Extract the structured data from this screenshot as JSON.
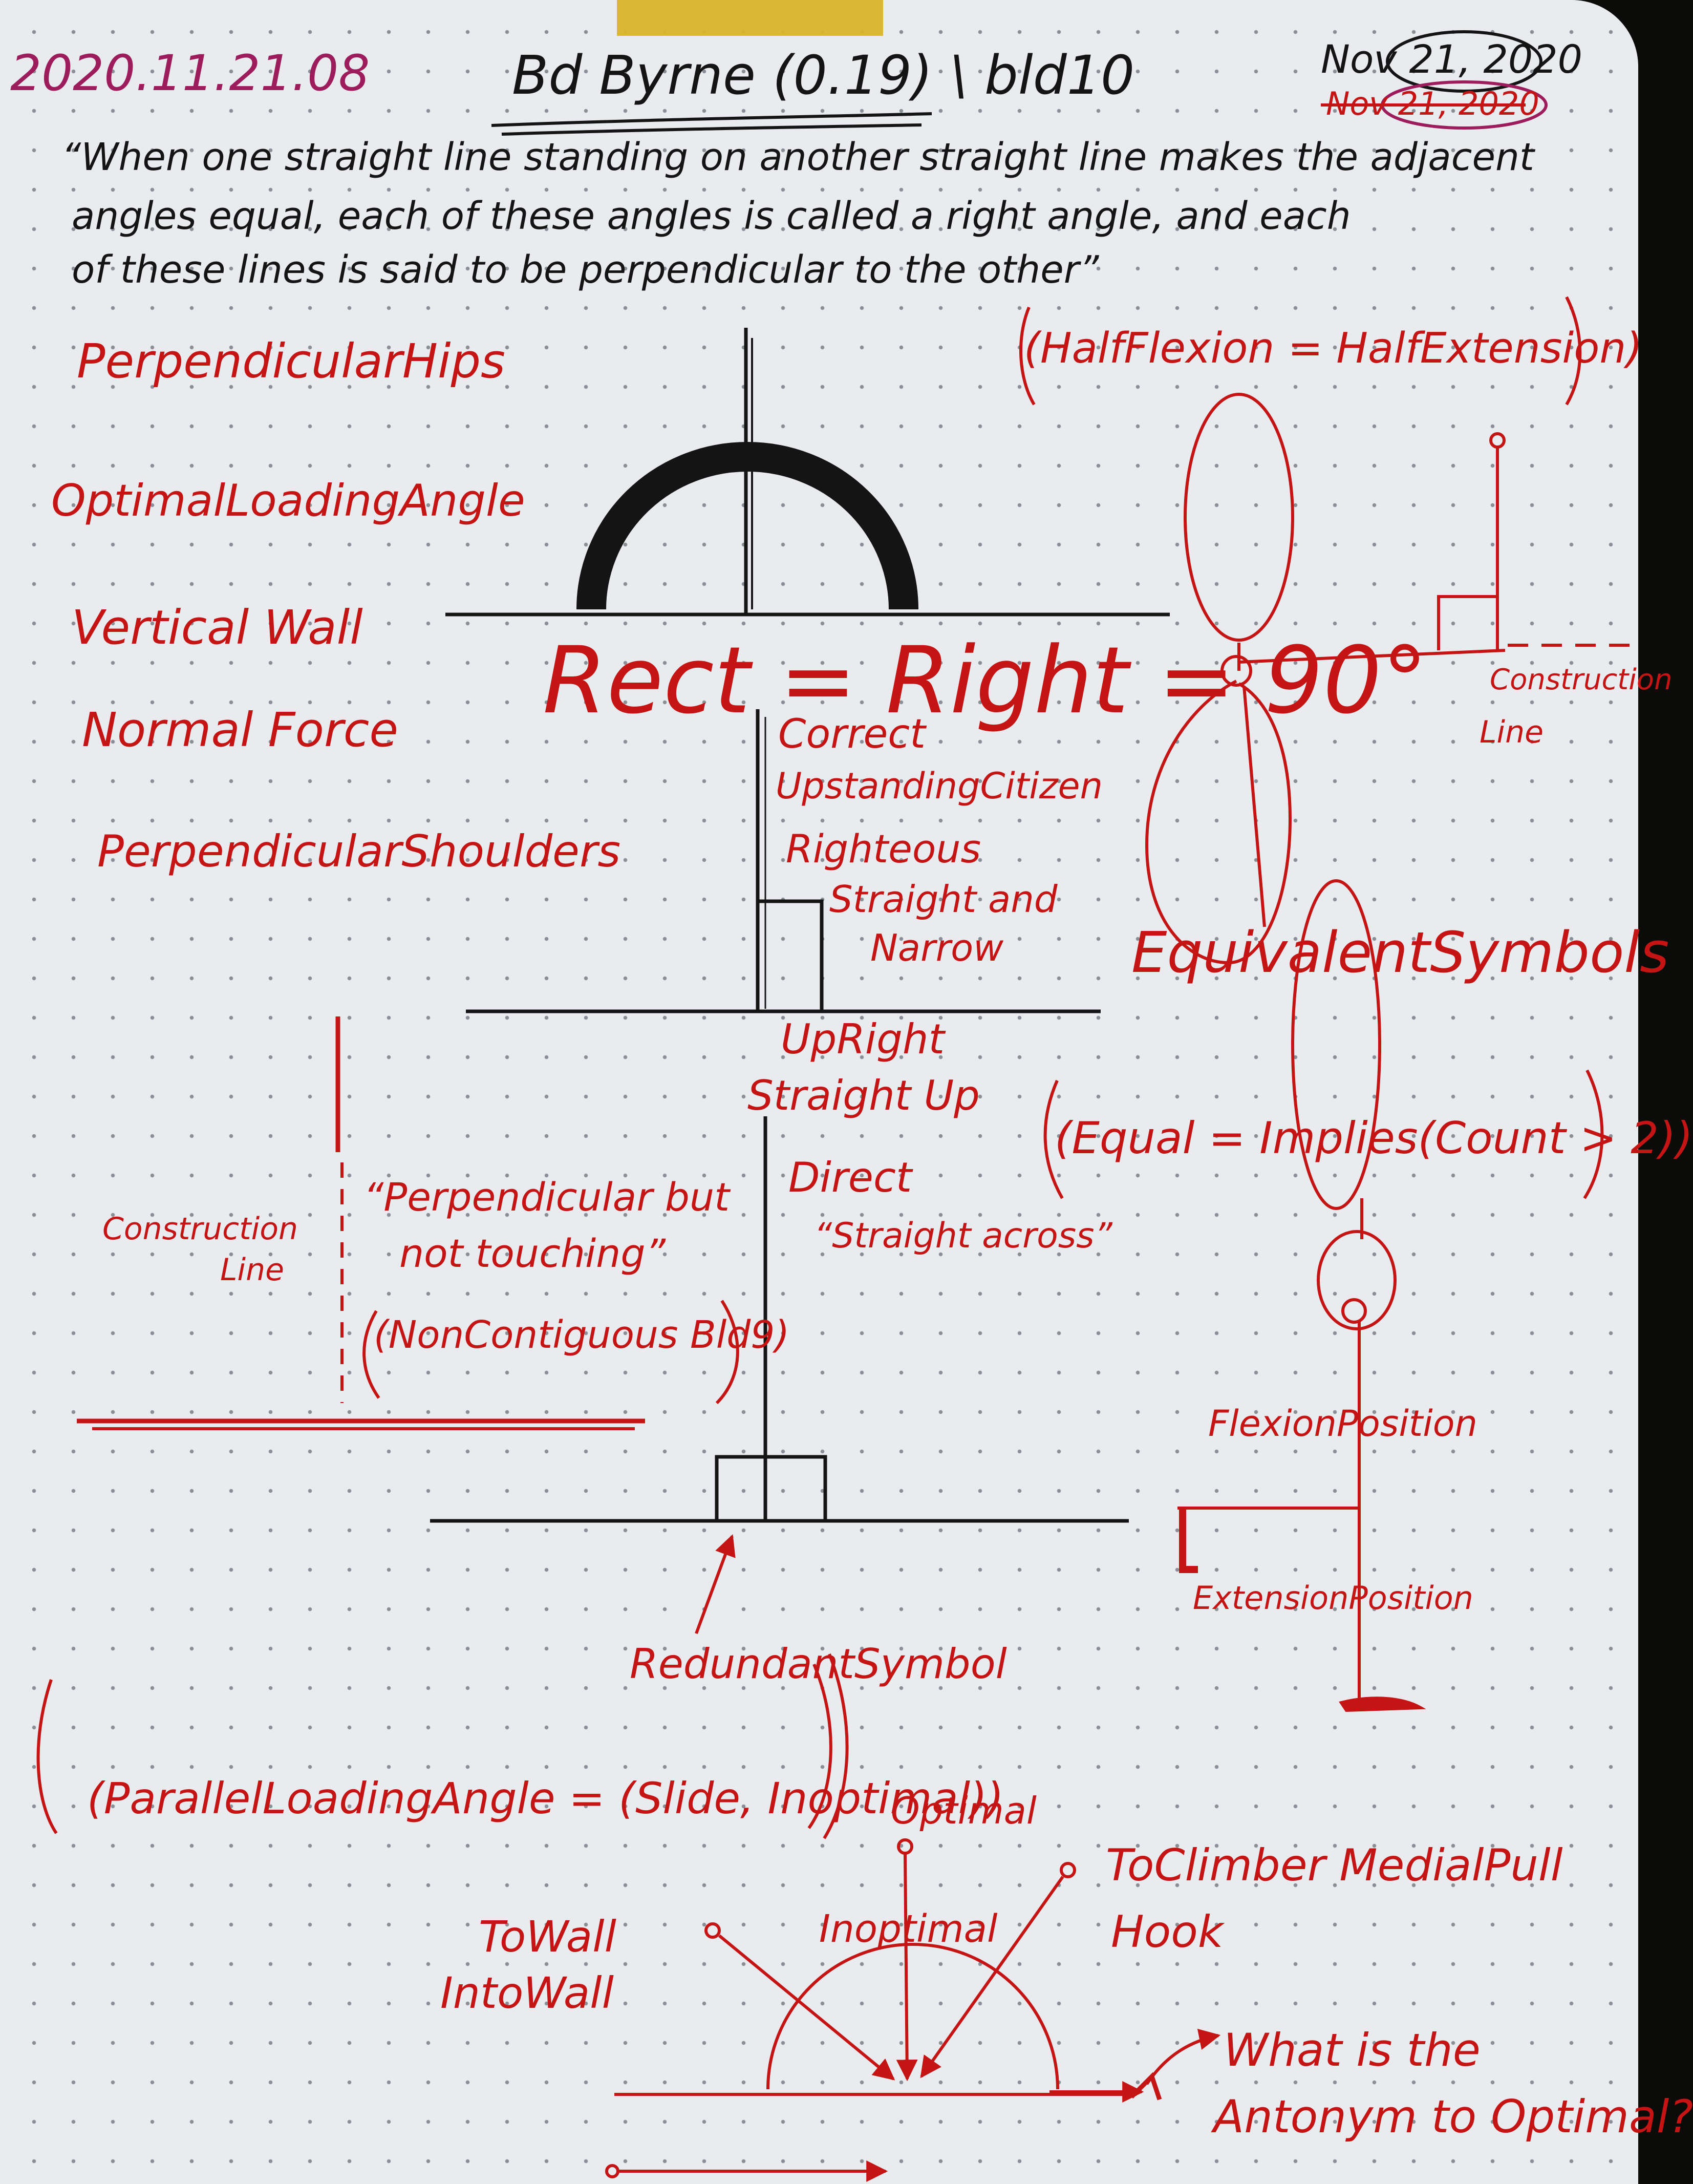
{
  "header": {
    "timestamp": "2020.11.21.08",
    "title": "Bd Byrne (0.19) \\ bld10",
    "date_current": "Nov 21, 2020",
    "date_struck": "Nov 21, 2020"
  },
  "quote": {
    "line1": "“When one straight line standing on another straight line makes the adjacent",
    "line2": "angles equal, each of these angles is called a right angle, and each",
    "line3": "of these lines is said to be perpendicular to the other”"
  },
  "left_list": [
    "PerpendicularHips",
    "OptimalLoadingAngle",
    "Vertical Wall",
    "Normal Force",
    "PerpendicularShoulders"
  ],
  "center": {
    "rect_eq": "Rect = Right = 90°",
    "correct": "Correct",
    "upstanding": "UpstandingCitizen",
    "righteous": "Righteous",
    "straight_narrow_1": "Straight and",
    "straight_narrow_2": "Narrow",
    "upright": "UpRight",
    "straight_up": "Straight Up",
    "direct": "Direct",
    "straight_across": "“Straight across”",
    "redundant": "RedundantSymbol"
  },
  "left_block": {
    "construction_1": "Construction",
    "construction_2": "Line",
    "perp_quote_1": "“Perpendicular but",
    "perp_quote_2": "not touching”",
    "noncontig": "(NonContiguous Bld9)"
  },
  "right": {
    "half": "(HalfFlexion = HalfExtension)",
    "construction_1": "Construction",
    "construction_2": "Line",
    "equiv": "EquivalentSymbols",
    "equal": "(Equal = Implies(Count > 2))",
    "flexion": "FlexionPosition",
    "extension": "ExtensionPosition"
  },
  "bottom": {
    "parallel": "(ParallelLoadingAngle = (Slide, Inoptimal))",
    "optimal": "Optimal",
    "inoptimal": "Inoptimal",
    "climber_1": "ToClimber MedialPull",
    "climber_2": "Hook",
    "to_wall": "ToWall",
    "into_wall": "IntoWall",
    "question_1": "What is the",
    "question_2": "Antonym to Optimal?"
  },
  "colors": {
    "paper": "#e9ebef",
    "ink_red": "#c41414",
    "ink_black": "#141414",
    "ink_magenta": "#9c1c5c",
    "tape": "#d9b52a",
    "dot": "#8a8e96"
  }
}
